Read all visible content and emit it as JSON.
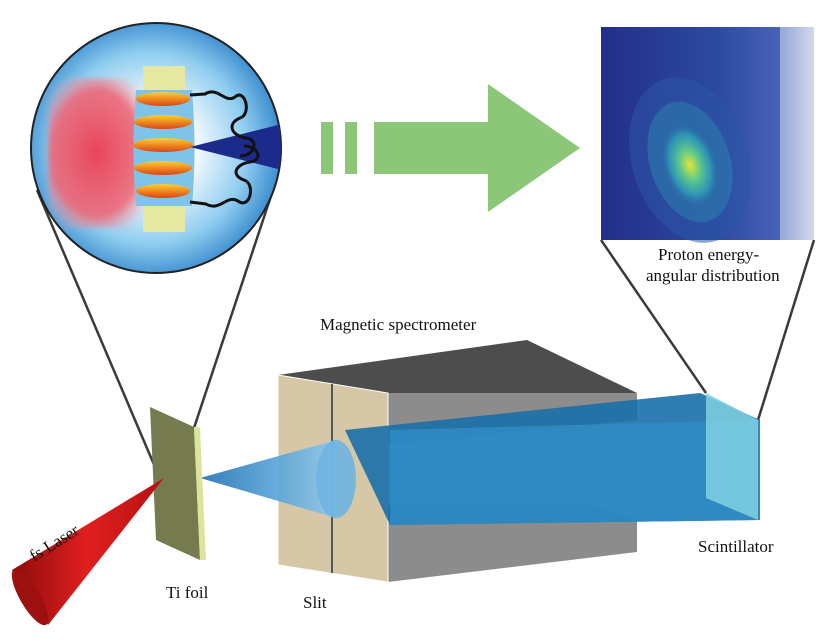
{
  "labels": {
    "spectrometer": "Magnetic spectrometer",
    "distribution_line1": "Proton energy-",
    "distribution_line2": "angular distribution",
    "scintillator": "Scintillator",
    "laser": "fs Laser",
    "foil": "Ti foil",
    "slit": "Slit"
  },
  "colors": {
    "laser": "#cc1a1a",
    "foil": "#757a4f",
    "foil_edge": "#dbe49a",
    "spectrometer_face": "#d6c8a6",
    "spectrometer_dark": "#4d4d4d",
    "spectrometer_gray": "#8c8c8c",
    "proton_beam": "#2f8cc4",
    "scintillator": "#7fd0e0",
    "arrow": "#8bc777",
    "inset_circle": "#2a7fc7",
    "plasma_orange": "#f0a020",
    "plasma_blue": "#7fc4e8",
    "target_yellow": "#e4e8a0",
    "laser_pink": "#e8455a",
    "ion_beam": "#1c2a8c",
    "detector_image_bg": "#1f2f8a"
  },
  "icons": {
    "inset": "laser-plasma-interaction-icon",
    "arrow": "flow-arrow-icon",
    "image": "proton-distribution-image"
  }
}
